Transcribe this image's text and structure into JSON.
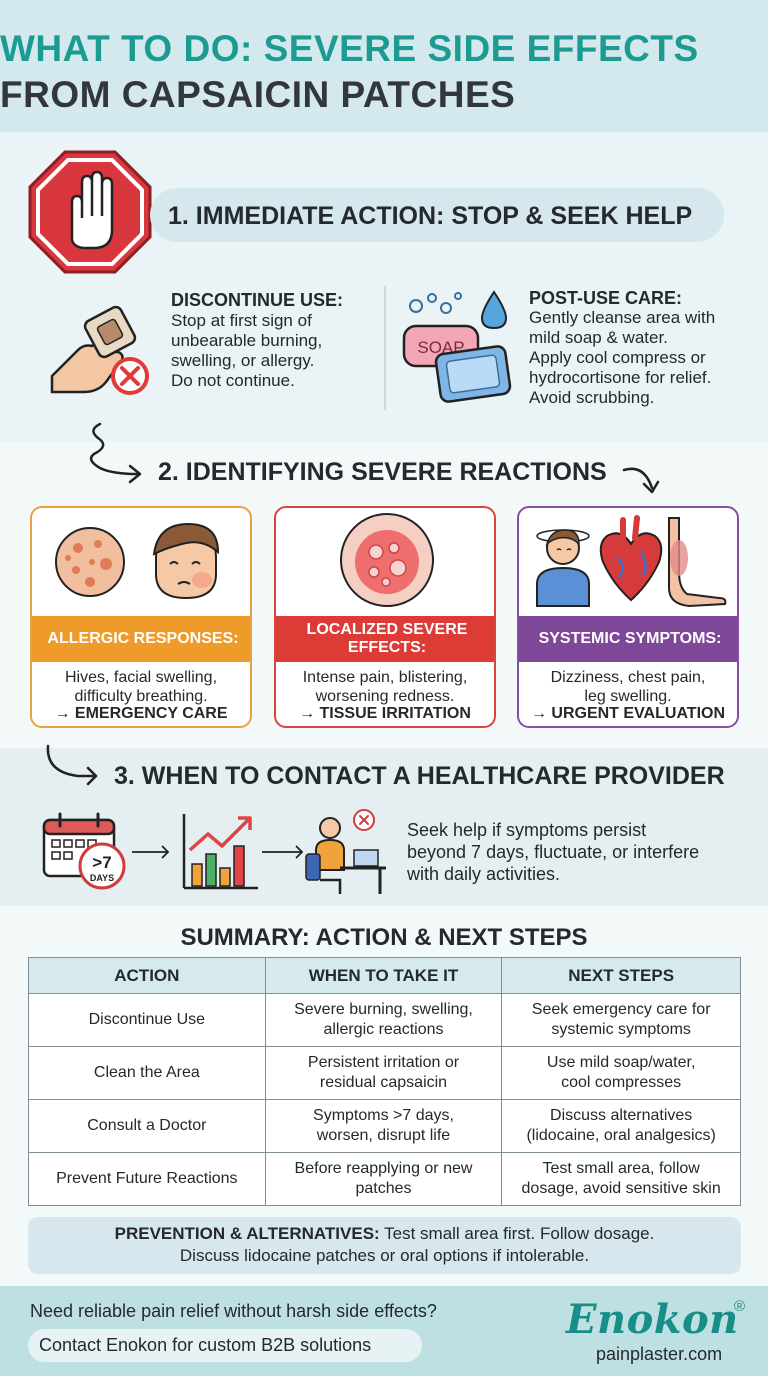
{
  "header": {
    "title_line1": "WHAT TO DO: SEVERE SIDE EFFECTS",
    "title_line2": "FROM CAPSAICIN PATCHES",
    "title_color": "#1c9b93"
  },
  "section1": {
    "heading": "1. IMMEDIATE ACTION: STOP & SEEK HELP",
    "icon": "stop-hand-icon",
    "discontinue": {
      "title": "DISCONTINUE USE:",
      "lines": [
        "Stop at first sign of",
        "unbearable burning,",
        "swelling, or allergy.",
        "Do not continue."
      ],
      "icon": "hand-removing-patch-icon"
    },
    "post_use": {
      "title": "POST-USE CARE:",
      "soap_label": "SOAP",
      "lines": [
        "Gently cleanse area with",
        "mild soap & water.",
        "Apply cool compress or",
        "hydrocortisone for relief.",
        "Avoid scrubbing."
      ],
      "icon": "soap-and-compress-icon"
    }
  },
  "section2": {
    "heading": "2. IDENTIFYING SEVERE REACTIONS",
    "cards": [
      {
        "title": "ALLERGIC RESPONSES:",
        "lines": [
          "Hives, facial swelling,",
          "difficulty breathing."
        ],
        "tag": "→ EMERGENCY CARE",
        "color": "#ee9b2a",
        "icon": "hives-and-swollen-face-icon"
      },
      {
        "title": "LOCALIZED SEVERE EFFECTS:",
        "lines": [
          "Intense pain, blistering,",
          "worsening redness."
        ],
        "tag": "→ TISSUE IRRITATION",
        "color": "#dd3b36",
        "icon": "blistered-skin-icon"
      },
      {
        "title": "SYSTEMIC SYMPTOMS:",
        "lines": [
          "Dizziness, chest pain,",
          "leg swelling."
        ],
        "tag": "→ URGENT EVALUATION",
        "color": "#7e4797",
        "icon": "dizzy-heart-leg-icon"
      }
    ]
  },
  "section3": {
    "heading": "3. WHEN TO CONTACT A HEALTHCARE PROVIDER",
    "calendar_badge": ">7",
    "calendar_badge_sub": "DAYS",
    "lines": [
      "Seek help if symptoms persist",
      "beyond 7 days, fluctuate, or interfere",
      "with daily activities."
    ],
    "icons": [
      "calendar-icon",
      "rising-chart-icon",
      "person-at-desk-icon"
    ]
  },
  "summary": {
    "heading": "SUMMARY: ACTION & NEXT STEPS",
    "columns": [
      "ACTION",
      "WHEN TO TAKE IT",
      "NEXT STEPS"
    ],
    "rows": [
      {
        "action": "Discontinue Use",
        "when": [
          "Severe burning, swelling,",
          "allergic reactions"
        ],
        "next": [
          "Seek emergency care for",
          "systemic symptoms"
        ]
      },
      {
        "action": "Clean the Area",
        "when": [
          "Persistent irritation or",
          "residual capsaicin"
        ],
        "next": [
          "Use mild soap/water,",
          "cool compresses"
        ]
      },
      {
        "action": "Consult a Doctor",
        "when": [
          "Symptoms >7 days,",
          "worsen, disrupt life"
        ],
        "next": [
          "Discuss alternatives",
          "(lidocaine, oral analgesics)"
        ]
      },
      {
        "action": "Prevent Future Reactions",
        "when": [
          "Before reapplying or new",
          "patches"
        ],
        "next": [
          "Test small area, follow",
          "dosage, avoid sensitive skin"
        ]
      }
    ]
  },
  "prevention": {
    "label": "PREVENTION & ALTERNATIVES:",
    "line1_rest": " Test small area first. Follow dosage.",
    "line2": "Discuss lidocaine patches or oral options if intolerable."
  },
  "footer": {
    "question": "Need reliable pain relief without harsh side effects?",
    "cta": "Contact Enokon for custom B2B solutions",
    "brand": "Enokon",
    "reg": "®",
    "site": "painplaster.com",
    "brand_color": "#178f88"
  }
}
